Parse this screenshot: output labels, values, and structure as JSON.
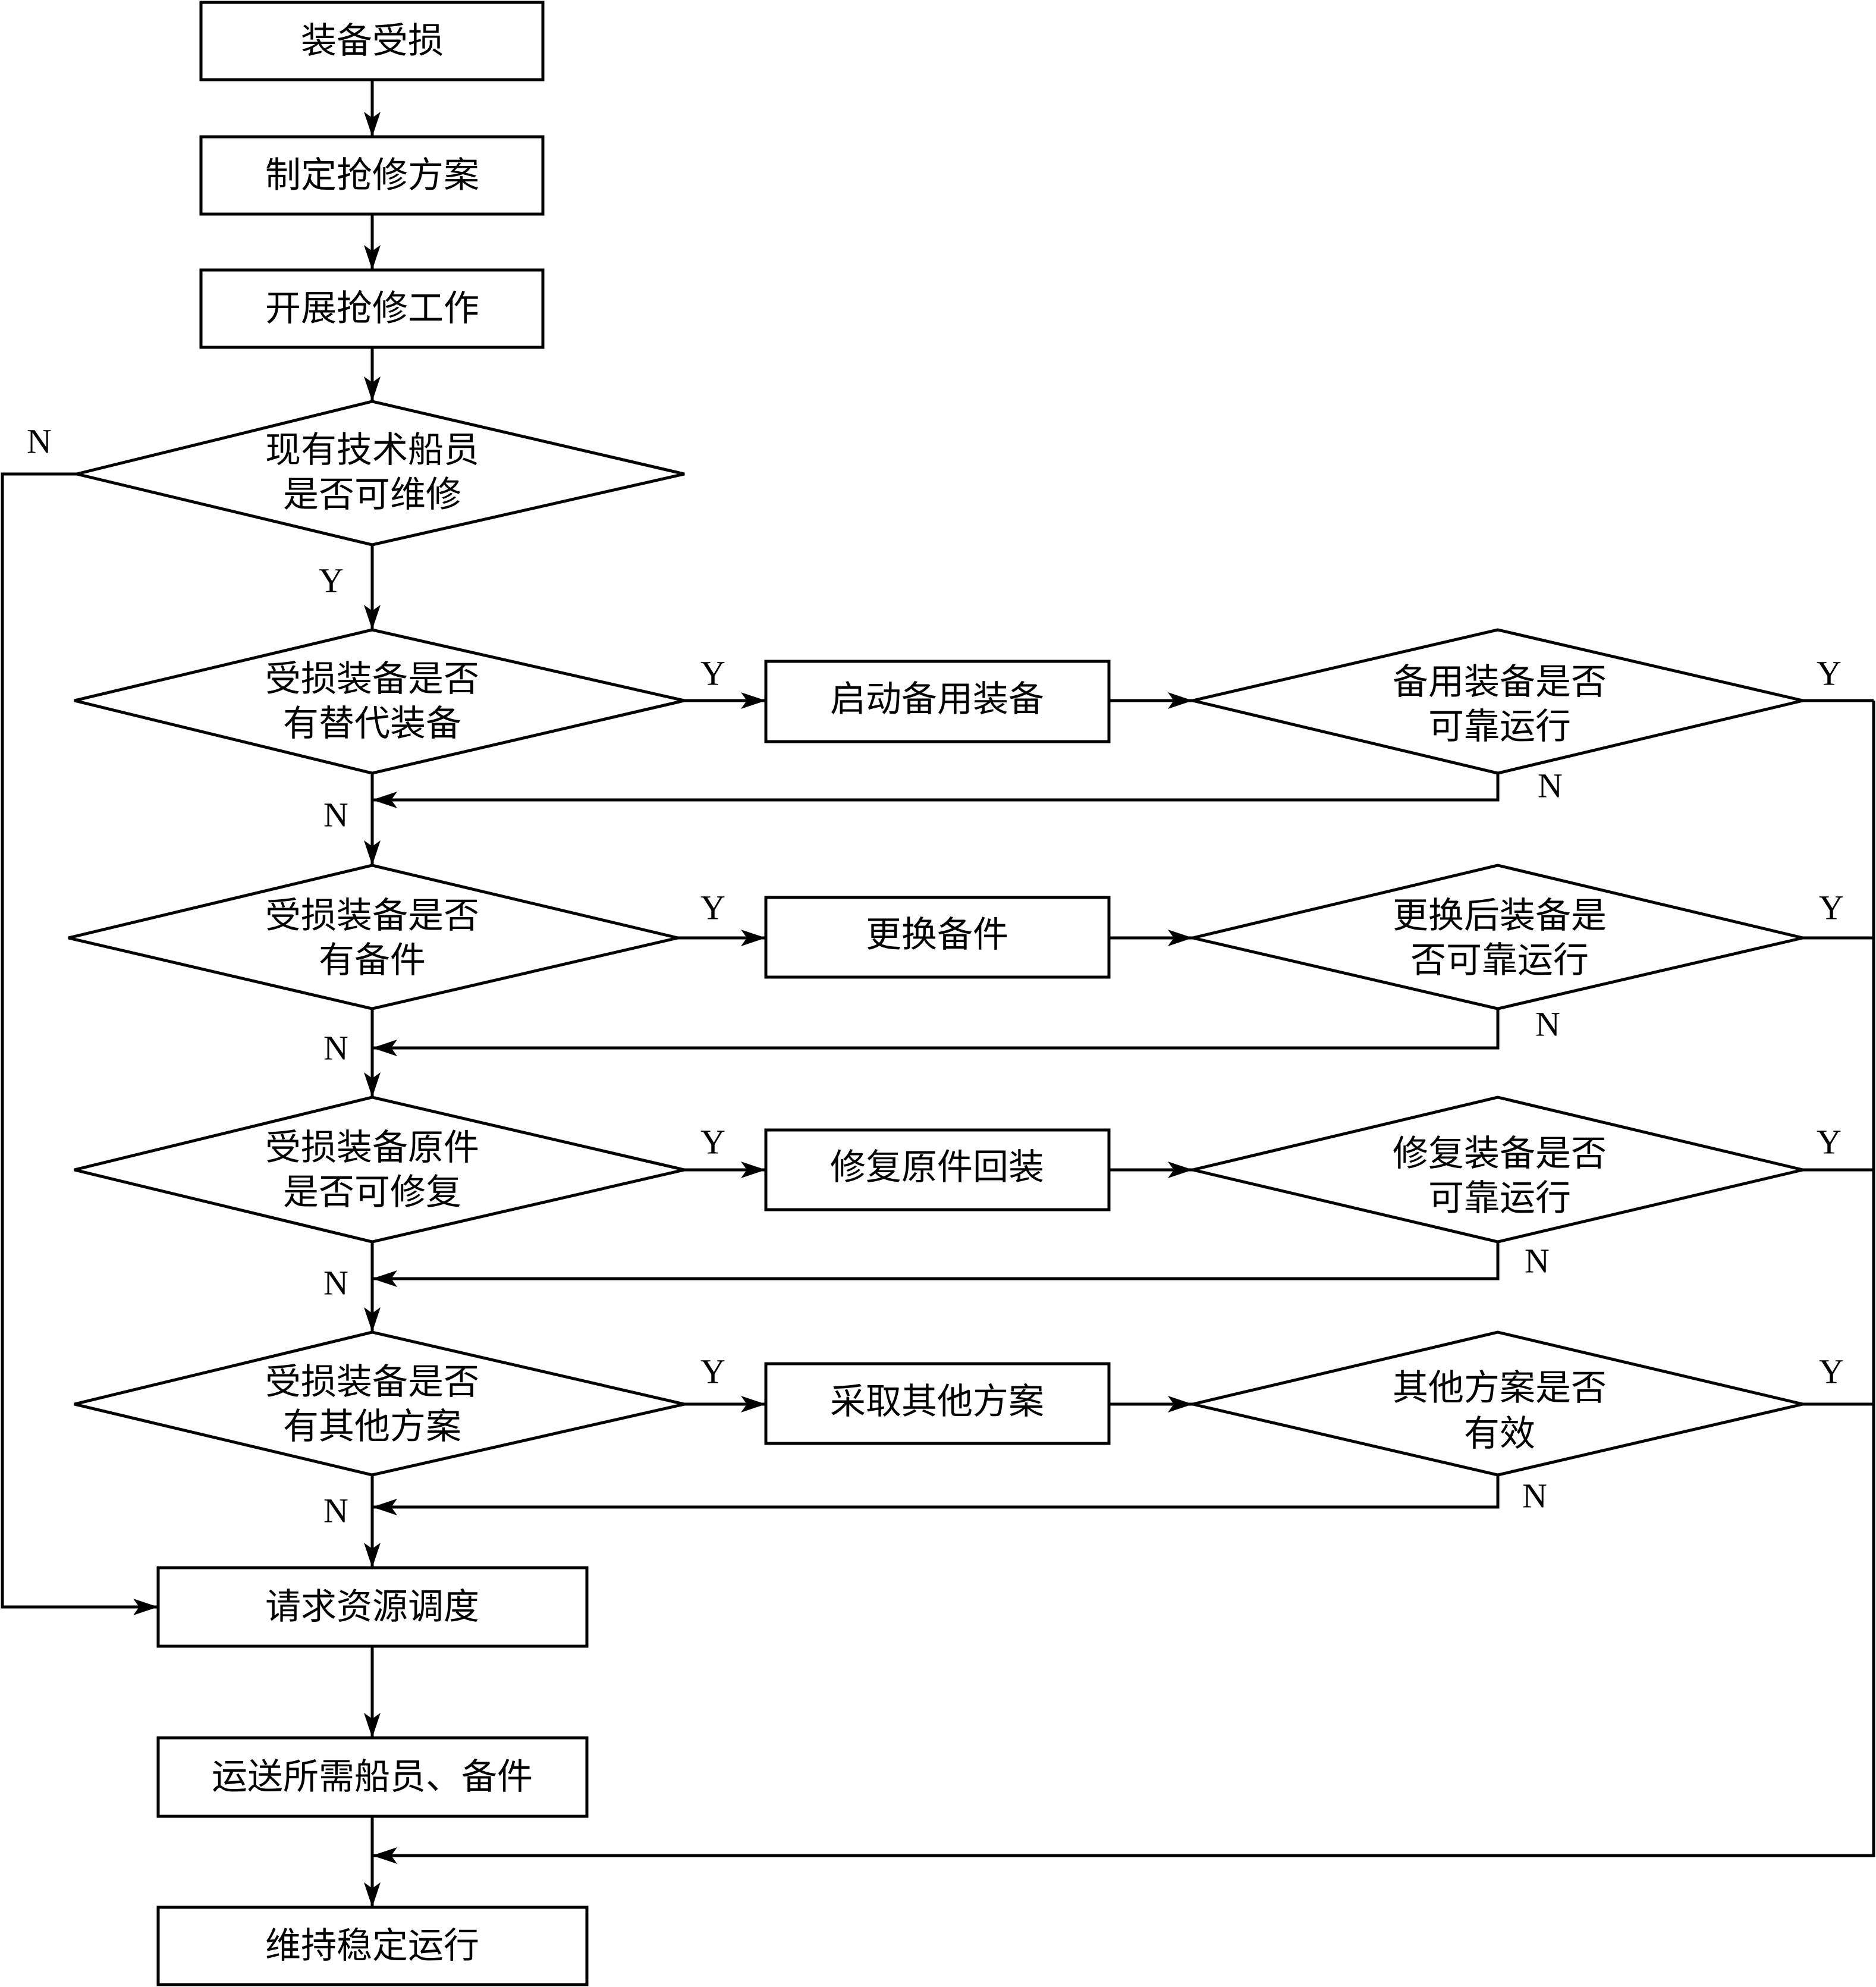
{
  "diagram": {
    "type": "flowchart",
    "nodes": {
      "start": "装备受损",
      "plan": "制定抢修方案",
      "work": "开展抢修工作",
      "q_crew": [
        "现有技术船员",
        "是否可维修"
      ],
      "q_substitute": [
        "受损装备是否",
        "有替代装备"
      ],
      "act_backup": "启动备用装备",
      "q_backup_ok": [
        "备用装备是否",
        "可靠运行"
      ],
      "q_spare": [
        "受损装备是否",
        "有备件"
      ],
      "act_spare": "更换备件",
      "q_spare_ok": [
        "更换后装备是",
        "否可靠运行"
      ],
      "q_repair": [
        "受损装备原件",
        "是否可修复"
      ],
      "act_repair": "修复原件回装",
      "q_repair_ok": [
        "修复装备是否",
        "可靠运行"
      ],
      "q_other": [
        "受损装备是否",
        "有其他方案"
      ],
      "act_other": "采取其他方案",
      "q_other_ok": [
        "其他方案是否",
        "有效"
      ],
      "request": "请求资源调度",
      "transport": "运送所需船员、备件",
      "maintain": "维持稳定运行"
    },
    "labels": {
      "yes": "Y",
      "no": "N"
    }
  }
}
